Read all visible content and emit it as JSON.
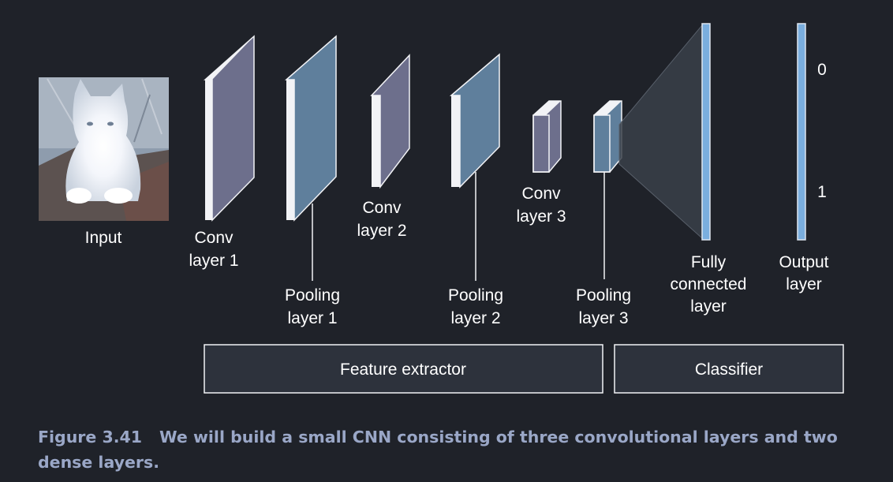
{
  "input_label": "Input",
  "layers": {
    "conv1": [
      "Conv",
      "layer 1"
    ],
    "pool1": [
      "Pooling",
      "layer 1"
    ],
    "conv2": [
      "Conv",
      "layer 2"
    ],
    "pool2": [
      "Pooling",
      "layer 2"
    ],
    "conv3": [
      "Conv",
      "layer 3"
    ],
    "pool3": [
      "Pooling",
      "layer 3"
    ],
    "fc": [
      "Fully",
      "connected",
      "layer"
    ],
    "output": [
      "Output",
      "layer"
    ]
  },
  "output_classes": [
    "0",
    "1"
  ],
  "groups": {
    "feature_extractor": "Feature extractor",
    "classifier": "Classifier"
  },
  "caption": {
    "number": "Figure 3.41",
    "text": "We will build a small CNN consisting of three convolutional layers and two dense layers."
  },
  "colors": {
    "background": "#1f2229",
    "conv_face": "#6d6f8c",
    "pool_face": "#5f7f9c",
    "front_face": "#f2f3f6",
    "output_bar": "#7aaede",
    "caption": "#9aa7c7"
  }
}
